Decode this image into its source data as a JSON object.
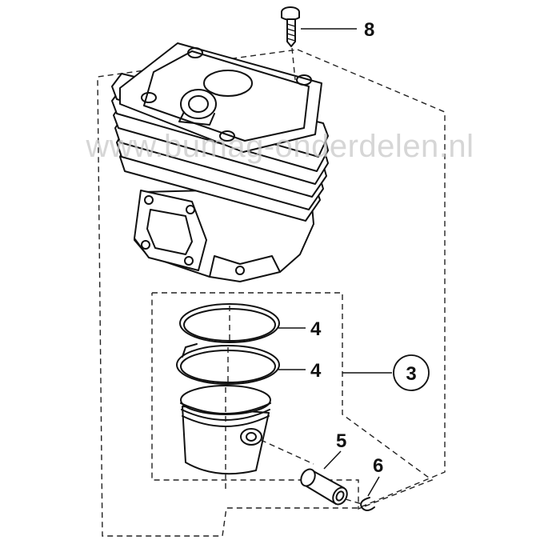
{
  "watermark": "www.bumag-onderdelen.nl",
  "callouts": {
    "screw": "8",
    "ring_upper": "4",
    "ring_lower": "4",
    "kit": "3",
    "pin": "5",
    "circlip": "6"
  },
  "colors": {
    "line": "#111111",
    "watermark": "#c9c9c9",
    "background": "#ffffff"
  }
}
